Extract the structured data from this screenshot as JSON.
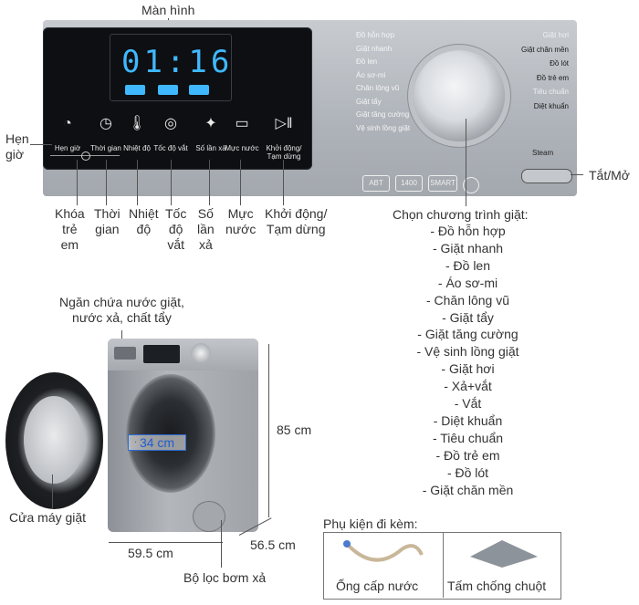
{
  "top_label": "Màn hình",
  "display": {
    "time": "01:16"
  },
  "buttons": [
    {
      "icon": "lock-timer-icon",
      "glyph": "◔",
      "label": "Hẹn giờ"
    },
    {
      "icon": "clock-icon",
      "glyph": "◷",
      "label": "Thời gian"
    },
    {
      "icon": "thermometer-icon",
      "glyph": "🌡",
      "label": "Nhiệt độ"
    },
    {
      "icon": "spin-icon",
      "glyph": "◎",
      "label": "Tốc độ vắt"
    },
    {
      "icon": "rinse-icon",
      "glyph": "✦",
      "label": "Số lần xả"
    },
    {
      "icon": "water-level-icon",
      "glyph": "▭",
      "label": "Mực nước"
    },
    {
      "icon": "play-pause-icon",
      "glyph": "▷‖",
      "label": "Khởi động/ Tạm dừng"
    }
  ],
  "programs_left": [
    "Đồ hỗn hợp",
    "Giặt nhanh",
    "Đồ len",
    "Áo sơ-mi",
    "Chăn lông vũ",
    "Giặt tẩy",
    "Giặt tăng cường",
    "Vệ sinh lồng giặt"
  ],
  "programs_right": [
    "Giặt hơi",
    "Giặt chăn mền",
    "Đồ lót",
    "Đồ trẻ em",
    "Tiêu chuẩn",
    "Diệt khuẩn"
  ],
  "panel_badges": [
    "ABT",
    "1400",
    "SMART",
    "Steam"
  ],
  "callouts": {
    "timer": "Hẹn\ngiờ",
    "power": "Tắt/Mở",
    "child_lock": "Khóa\ntrẻ\nem",
    "time": "Thời\ngian",
    "temp": "Nhiệt\nđộ",
    "spin": "Tốc\nđộ\nvắt",
    "rinse": "Số\nlần\nxả",
    "water": "Mực\nnước",
    "start": "Khởi động/\nTạm dừng"
  },
  "program_list_title": "Chọn chương trình giặt:",
  "program_list": [
    "- Đồ hỗn hợp",
    "- Giặt nhanh",
    "- Đồ len",
    "- Áo sơ-mi",
    "- Chăn lông vũ",
    "- Giặt tẩy",
    "- Giặt tăng cường",
    "- Vệ sinh lồng giặt",
    "- Giặt hơi",
    "- Xả+vắt",
    "- Vắt",
    "- Diệt khuẩn",
    "- Tiêu chuẩn",
    "- Đồ trẻ em",
    "- Đồ lót",
    "- Giặt chăn mền"
  ],
  "machine": {
    "detergent_label": "Ngăn chứa nước giặt,\nnước xả, chất tẩy",
    "door_label": "Cửa máy giặt",
    "filter_label": "Bộ lọc bơm xả",
    "height": "85 cm",
    "width": "59.5 cm",
    "depth": "56.5 cm",
    "door_diameter": "34 cm"
  },
  "accessories": {
    "title": "Phụ kiện đi kèm:",
    "items": [
      "Ống cấp nước",
      "Tấm chống chuột"
    ]
  }
}
